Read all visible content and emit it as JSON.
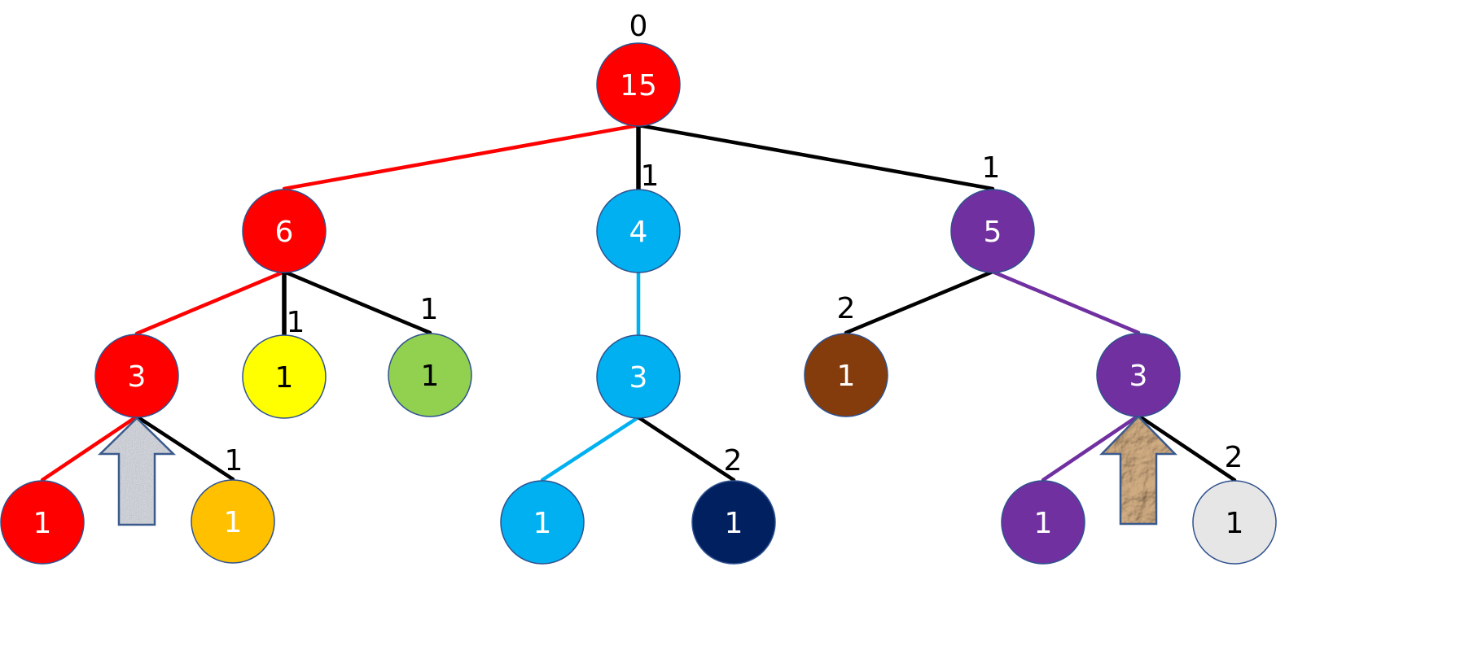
{
  "colors": {
    "red": "#FF0000",
    "cyan": "#00B0F0",
    "purple": "#7030A0",
    "yellow": "#FFFF00",
    "green": "#92D050",
    "brown": "#843C0C",
    "orange": "#FFC000",
    "navy": "#002060",
    "lightgray": "#E7E6E6",
    "black": "#000000",
    "node_border": "#2F528F"
  },
  "root_label": "0",
  "nodes": [
    {
      "id": "n15",
      "label": "15",
      "color": "red",
      "text_color": "white"
    },
    {
      "id": "n6",
      "label": "6",
      "color": "red",
      "text_color": "white"
    },
    {
      "id": "n4",
      "label": "4",
      "color": "cyan",
      "text_color": "white"
    },
    {
      "id": "n5",
      "label": "5",
      "color": "purple",
      "text_color": "white"
    },
    {
      "id": "n3a",
      "label": "3",
      "color": "red",
      "text_color": "white"
    },
    {
      "id": "n1y",
      "label": "1",
      "color": "yellow",
      "text_color": "black"
    },
    {
      "id": "n1g",
      "label": "1",
      "color": "green",
      "text_color": "black"
    },
    {
      "id": "n3b",
      "label": "3",
      "color": "cyan",
      "text_color": "white"
    },
    {
      "id": "n1br",
      "label": "1",
      "color": "brown",
      "text_color": "white"
    },
    {
      "id": "n3c",
      "label": "3",
      "color": "purple",
      "text_color": "white"
    },
    {
      "id": "n1r",
      "label": "1",
      "color": "red",
      "text_color": "white"
    },
    {
      "id": "n1o",
      "label": "1",
      "color": "orange",
      "text_color": "white"
    },
    {
      "id": "n1c",
      "label": "1",
      "color": "cyan",
      "text_color": "white"
    },
    {
      "id": "n1n",
      "label": "1",
      "color": "navy",
      "text_color": "white"
    },
    {
      "id": "n1p",
      "label": "1",
      "color": "purple",
      "text_color": "white"
    },
    {
      "id": "n1lg",
      "label": "1",
      "color": "lightgray",
      "text_color": "black"
    }
  ],
  "edges": [
    {
      "from": "n15",
      "to": "n6",
      "color": "red",
      "label": ""
    },
    {
      "from": "n15",
      "to": "n4",
      "color": "black",
      "label": "1"
    },
    {
      "from": "n15",
      "to": "n5",
      "color": "black",
      "label": "1"
    },
    {
      "from": "n6",
      "to": "n3a",
      "color": "red",
      "label": ""
    },
    {
      "from": "n6",
      "to": "n1y",
      "color": "black",
      "label": "1"
    },
    {
      "from": "n6",
      "to": "n1g",
      "color": "black",
      "label": "1"
    },
    {
      "from": "n4",
      "to": "n3b",
      "color": "cyan",
      "label": ""
    },
    {
      "from": "n5",
      "to": "n1br",
      "color": "black",
      "label": "2"
    },
    {
      "from": "n5",
      "to": "n3c",
      "color": "purple",
      "label": ""
    },
    {
      "from": "n3a",
      "to": "n1r",
      "color": "red",
      "label": ""
    },
    {
      "from": "n3a",
      "to": "n1o",
      "color": "black",
      "label": "1"
    },
    {
      "from": "n3b",
      "to": "n1c",
      "color": "cyan",
      "label": ""
    },
    {
      "from": "n3b",
      "to": "n1n",
      "color": "black",
      "label": "2"
    },
    {
      "from": "n3c",
      "to": "n1p",
      "color": "purple",
      "label": ""
    },
    {
      "from": "n3c",
      "to": "n1lg",
      "color": "black",
      "label": "2"
    }
  ],
  "arrows": [
    {
      "id": "arrow-granite",
      "texture": "granite",
      "points_to": "n3a"
    },
    {
      "id": "arrow-paper",
      "texture": "crumpled-paper",
      "points_to": "n3c"
    }
  ]
}
